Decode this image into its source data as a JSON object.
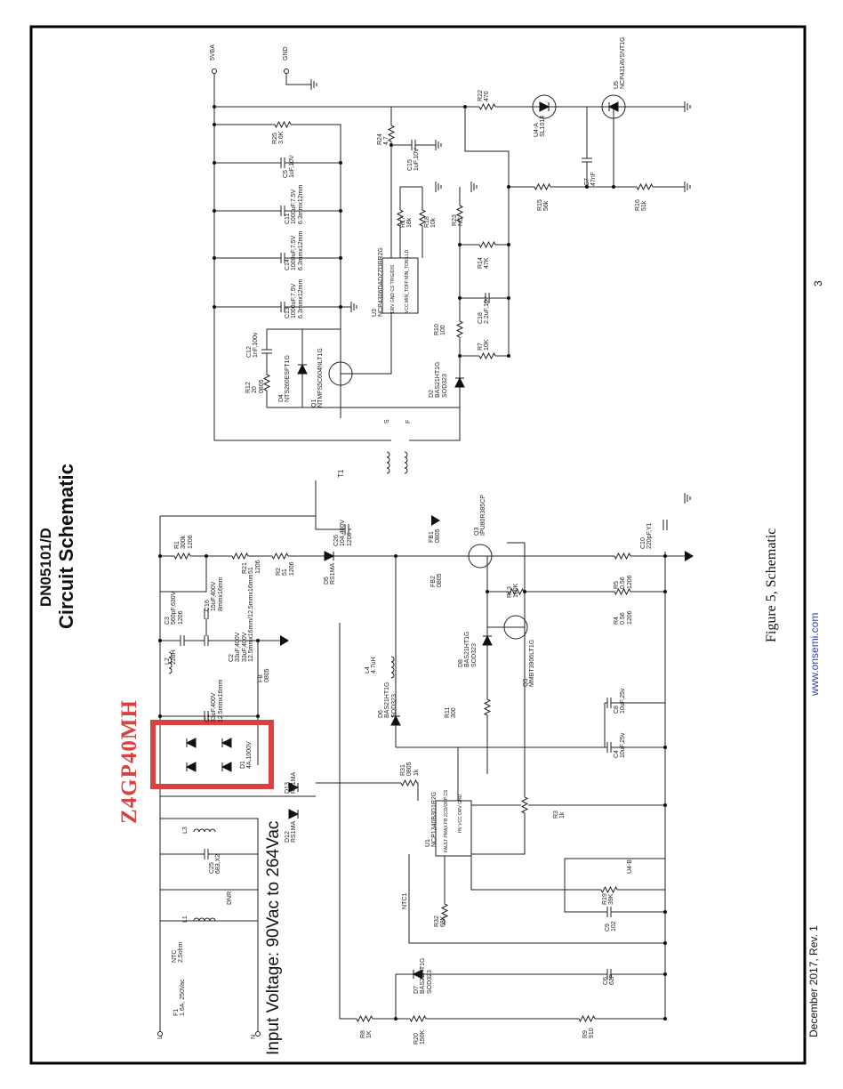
{
  "header": {
    "doc_id": "DN05101/D",
    "title": "Circuit Schematic"
  },
  "annotation": {
    "part_number": "Z4GP40MH",
    "highlight_color": "#d9423f"
  },
  "input_voltage": "Input Voltage: 90Vac to 264Vac",
  "caption": "Figure 5, Schematic",
  "footer": {
    "date_rev": "December 2017, Rev. 1",
    "website": "www.onsemi.com",
    "page_number": "3",
    "link_color": "#2b3fbf"
  },
  "terminals": {
    "out_pos": "5VBA",
    "out_gnd": "GND",
    "line": "L",
    "neutral": "N",
    "t1": "T1",
    "s": "S",
    "f": "F"
  },
  "components": {
    "R25": [
      "R25",
      "3.6K"
    ],
    "C5": [
      "C5",
      "1uF,10V"
    ],
    "C11": [
      "C11",
      "1000uF,7.5V",
      "6.3mmx12mm"
    ],
    "C14": [
      "C14",
      "1000uF,7.5V",
      "6.3mmx12mm"
    ],
    "C13": [
      "C13",
      "1000uF,7.5V",
      "6.3mmx12mm"
    ],
    "C12": [
      "C12",
      "1nF,100v"
    ],
    "R12": [
      "R12",
      "20",
      "0805"
    ],
    "D4": [
      "D4",
      "NTS260ESFT1G"
    ],
    "Q1": [
      "Q1",
      "NTMFS5C604NLT1G"
    ],
    "U3": [
      "U3",
      "NCP4306DADZZDBR2G"
    ],
    "U3_pins_a": "DRV GND CS TRIG/DIS",
    "U3_pins_b": "VCC MIN_TOFF MIN_TON LLD",
    "R24": [
      "R24",
      "4.7"
    ],
    "C15": [
      "C15",
      "1uF,10V"
    ],
    "R17": [
      "R17",
      "18k"
    ],
    "R18": [
      "R18",
      "10k"
    ],
    "R23": [
      "R23",
      "NC"
    ],
    "R14": [
      "R14",
      "47K"
    ],
    "C18": [
      "C18",
      "2.2uF,10v"
    ],
    "R10": [
      "R10",
      "100"
    ],
    "R7": [
      "R7",
      "10K"
    ],
    "D2": [
      "D2",
      "BAS21HT1G",
      "SOD323"
    ],
    "R22": [
      "R22",
      "470"
    ],
    "U4A": [
      "U4-A",
      "SL1014"
    ],
    "U5": [
      "U5",
      "NCP431AVSNT1G"
    ],
    "C7": [
      "C7",
      "47nF"
    ],
    "R15": [
      "R15",
      "56k"
    ],
    "R16": [
      "R16",
      "51k"
    ],
    "R1": [
      "R1",
      "300k",
      "1206"
    ],
    "C3": [
      "C3",
      "560pF,630V",
      "1206"
    ],
    "C16": [
      "C16",
      "15uF,400V",
      "8mmx16mm"
    ],
    "C2": [
      "C2",
      "33uF,400V",
      "33uF,400V 12.5mmx16mm/12.5mmx16mm"
    ],
    "L2": [
      "L2",
      "22uH"
    ],
    "FB": [
      "FB",
      "0805"
    ],
    "C1": [
      "C1",
      "33uF,400V",
      "12.5mmx16mm"
    ],
    "D1": [
      "D1",
      "4A,1000V"
    ],
    "R21": [
      "R21",
      "51",
      "1206"
    ],
    "R2": [
      "R2",
      "51",
      "1206"
    ],
    "D5": [
      "D5",
      "RS1MA"
    ],
    "C26": [
      "C26",
      "104,400V",
      "1206"
    ],
    "FB1": [
      "FB1",
      "0805"
    ],
    "FB2": [
      "FB2",
      "0805"
    ],
    "Q3": [
      "Q3",
      "IPU80R385CP"
    ],
    "R13": [
      "R13",
      "100K"
    ],
    "R5": [
      "R5",
      "0.56",
      "1206"
    ],
    "R4": [
      "R4",
      "0.56",
      "1206"
    ],
    "Q5": [
      "Q5",
      "MMBT3906LT1G"
    ],
    "D8": [
      "D8",
      "BAS21HT1G",
      "SOD323"
    ],
    "L4": [
      "L4",
      "4.7uH"
    ],
    "D6": [
      "D6",
      "BAS21HT1G",
      "SOD323"
    ],
    "R11": [
      "R11",
      "300"
    ],
    "C8": [
      "C8",
      "10uF,25v"
    ],
    "C4": [
      "C4",
      "10uF,25v"
    ],
    "C10": [
      "C10",
      "220pF,Y1"
    ],
    "R31": [
      "R31",
      "0805",
      "1k"
    ],
    "D13": [
      "D13",
      "RS1MA"
    ],
    "D12": [
      "D12",
      "RS1MA"
    ],
    "U1": [
      "U1",
      "NCP1340B3D1R2G"
    ],
    "U1_pins_a": "FAULT PMAX FB ZCD/OPP CS",
    "U1_pins_b": "HV VCC DRV GND",
    "R3": [
      "R3",
      "1k"
    ],
    "U4B": [
      "U4-B"
    ],
    "R19": [
      "R19",
      "39K"
    ],
    "C9": [
      "C9",
      "102"
    ],
    "NTC1": [
      "NTC1"
    ],
    "R32": [
      "R32",
      "68K"
    ],
    "D7": [
      "D7",
      "BAS21HT1G",
      "SOD323"
    ],
    "C6": [
      "C6",
      "62P"
    ],
    "R8": [
      "R8",
      "1K"
    ],
    "R20": [
      "R20",
      "150K"
    ],
    "R9": [
      "R9",
      "910"
    ],
    "L3": [
      "L3"
    ],
    "C25": [
      "C25",
      "683,X2"
    ],
    "DNR": [
      "DNR"
    ],
    "L1": [
      "L1"
    ],
    "NTC": [
      "NTC",
      "2.5ohm"
    ],
    "F1": [
      "F1",
      "1.6A, 250Vac"
    ]
  }
}
